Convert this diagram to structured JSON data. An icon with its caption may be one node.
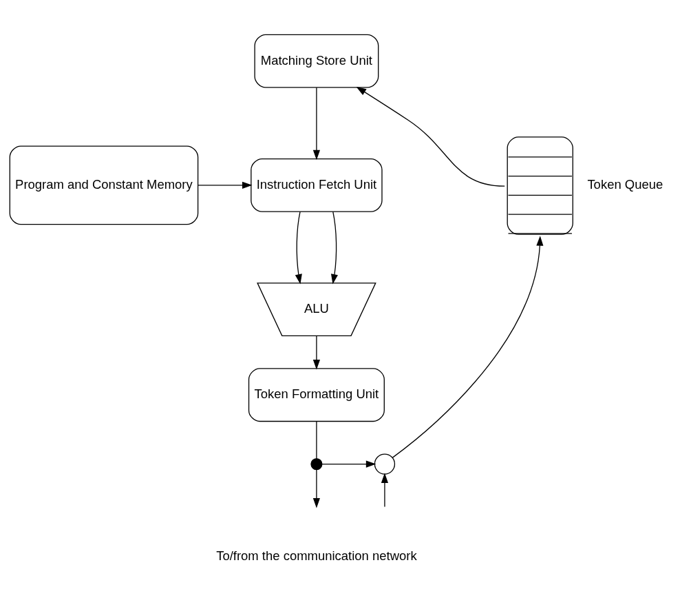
{
  "diagram": {
    "nodes": [
      {
        "text": [
          "Matching Store Unit"
        ]
      },
      {
        "text": [
          "Program and Constant Memory"
        ]
      },
      {
        "text": [
          "Instruction Fetch Unit"
        ]
      },
      {
        "text": [
          "ALU"
        ]
      },
      {
        "text": [
          "Token Formatting Unit"
        ]
      },
      {
        "text": [],
        "shape": "circle"
      },
      {
        "text": [],
        "shape": "circle"
      },
      {
        "text": [],
        "shape": "box",
        "beside": [
          "Token Queue"
        ]
      }
    ],
    "edges": [
      {
        "from": 0,
        "to": 2,
        "arrow": "to"
      },
      {
        "from": 1,
        "to": 2,
        "arrow": "to"
      },
      {
        "from": 2,
        "to": 3,
        "arrow": "to"
      },
      {
        "from": 2,
        "to": 3,
        "arrow": "to"
      },
      {
        "from": 3,
        "to": 4,
        "arrow": "to"
      },
      {
        "from": 4,
        "to": 5,
        "arrow": "none"
      },
      {
        "from": 5,
        "to": 6,
        "arrow": "to"
      },
      {
        "from": 5,
        "to": null,
        "arrow": "to"
      },
      {
        "from": null,
        "to": 6,
        "arrow": "to"
      },
      {
        "from": 6,
        "to": 7,
        "arrow": "to"
      },
      {
        "from": 7,
        "to": 0,
        "arrow": "to"
      }
    ],
    "labels": [
      "To/from the communication network"
    ]
  }
}
